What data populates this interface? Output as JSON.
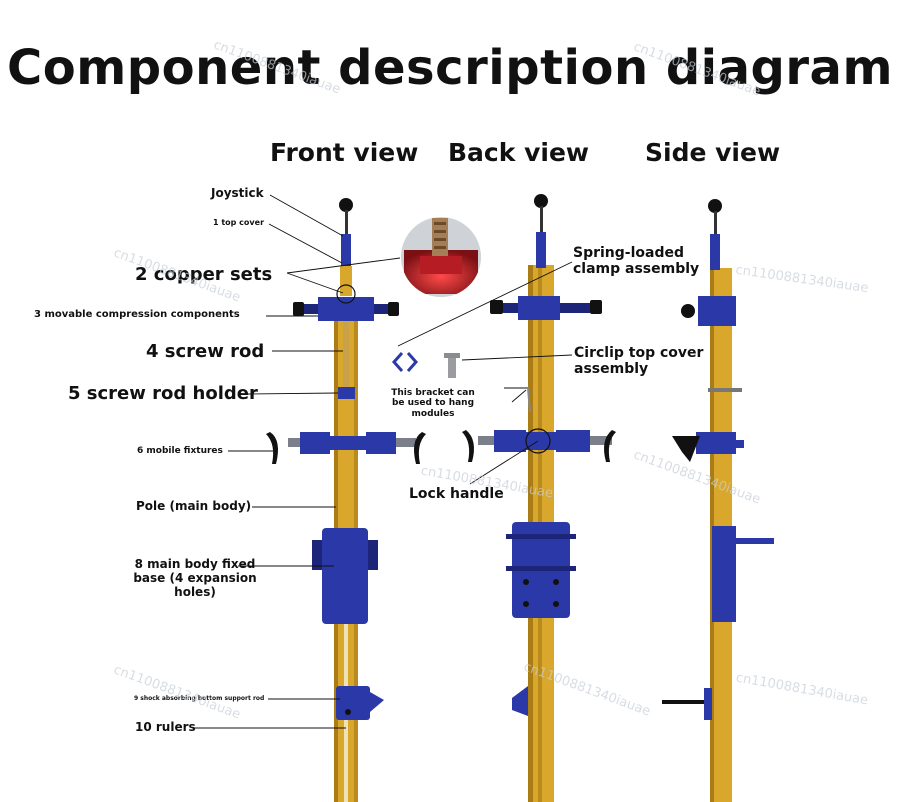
{
  "title": "Component description diagram",
  "views": {
    "front": "Front view",
    "back": "Back view",
    "side": "Side view"
  },
  "labels": {
    "joystick": "Joystick",
    "top_cover": "1 top cover",
    "copper_sets": "2 copper sets",
    "movable_compression": "3 movable compression components",
    "screw_rod": "4 screw rod",
    "screw_rod_holder": "5 screw rod holder",
    "mobile_fixtures": "6 mobile fixtures",
    "pole": "Pole (main body)",
    "main_body_base": "8 main body fixed base (4 expansion holes)",
    "shock_absorbing": "9 shock absorbing bottom support rod",
    "rulers": "10 rulers",
    "spring_loaded": "Spring-loaded clamp assembly",
    "circlip": "Circlip top cover assembly",
    "bracket_note": "This bracket can be used to hang modules",
    "lock_handle": "Lock handle"
  },
  "watermark": "cn1100881340iauae",
  "colors": {
    "pole": "#d9a72b",
    "pole_shade": "#a97c16",
    "blue": "#2b39a8",
    "blue_dark": "#1c2578",
    "black": "#111111",
    "red_detail": "#c4202a"
  }
}
